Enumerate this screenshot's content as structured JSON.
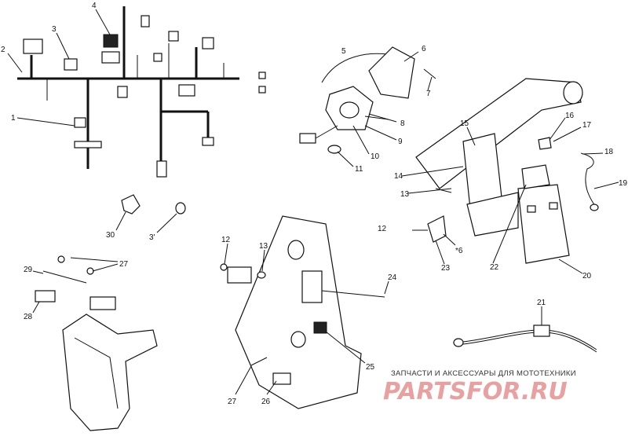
{
  "callouts": [
    {
      "id": "c1",
      "text": "1"
    },
    {
      "id": "c2",
      "text": "2"
    },
    {
      "id": "c3",
      "text": "3"
    },
    {
      "id": "c4",
      "text": "4"
    },
    {
      "id": "c5",
      "text": "5"
    },
    {
      "id": "c6",
      "text": "6"
    },
    {
      "id": "c7",
      "text": "7"
    },
    {
      "id": "c8",
      "text": "8"
    },
    {
      "id": "c9",
      "text": "9"
    },
    {
      "id": "c10",
      "text": "10"
    },
    {
      "id": "c11",
      "text": "11"
    },
    {
      "id": "c12a",
      "text": "12"
    },
    {
      "id": "c12b",
      "text": "12"
    },
    {
      "id": "c13a",
      "text": "13"
    },
    {
      "id": "c13b",
      "text": "13"
    },
    {
      "id": "c14",
      "text": "14"
    },
    {
      "id": "c15",
      "text": "15"
    },
    {
      "id": "c16",
      "text": "16"
    },
    {
      "id": "c17",
      "text": "17"
    },
    {
      "id": "c18",
      "text": "18"
    },
    {
      "id": "c19",
      "text": "19"
    },
    {
      "id": "c20",
      "text": "20"
    },
    {
      "id": "c21",
      "text": "21"
    },
    {
      "id": "c22",
      "text": "22"
    },
    {
      "id": "c23",
      "text": "23"
    },
    {
      "id": "c24",
      "text": "24"
    },
    {
      "id": "c25",
      "text": "25"
    },
    {
      "id": "c26",
      "text": "26"
    },
    {
      "id": "c27a",
      "text": "27"
    },
    {
      "id": "c27b",
      "text": "27"
    },
    {
      "id": "c28",
      "text": "28"
    },
    {
      "id": "c29",
      "text": "29"
    },
    {
      "id": "c30",
      "text": "30"
    },
    {
      "id": "c31",
      "text": "3'"
    },
    {
      "id": "c6b",
      "text": "*6"
    }
  ],
  "watermark": {
    "tagline": "ЗАПЧАСТИ И АКСЕССУАРЫ ДЛЯ МОТОТЕХНИКИ",
    "logo": "PARTSFOR.RU",
    "color": "#e8a1a1"
  }
}
